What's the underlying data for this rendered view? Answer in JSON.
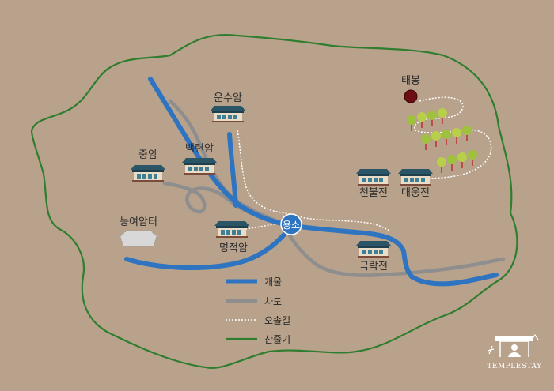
{
  "colors": {
    "background": "#b9a28b",
    "stream": "#2f74c0",
    "road": "#8e8e8e",
    "trail": "#ffffff",
    "ridge": "#2f7d2e",
    "building_roof": "#2a5566",
    "peak": "#6b0f14"
  },
  "labels": {
    "unsuam": "운수암",
    "baekryeonam": "백련암",
    "jungam": "중암",
    "neungyeoamteo": "능여암터",
    "myeongjeogam": "명적암",
    "yongso": "용소",
    "cheonbuljeon": "천불전",
    "daeungjeon": "대웅전",
    "geungnakjeon": "극락전",
    "taebong": "태봉"
  },
  "legend": [
    {
      "label": "개울",
      "style": "stream"
    },
    {
      "label": "차도",
      "style": "road"
    },
    {
      "label": "오솔길",
      "style": "trail"
    },
    {
      "label": "산줄기",
      "style": "ridge"
    }
  ],
  "brand": {
    "text": "TEMPLESTAY"
  }
}
